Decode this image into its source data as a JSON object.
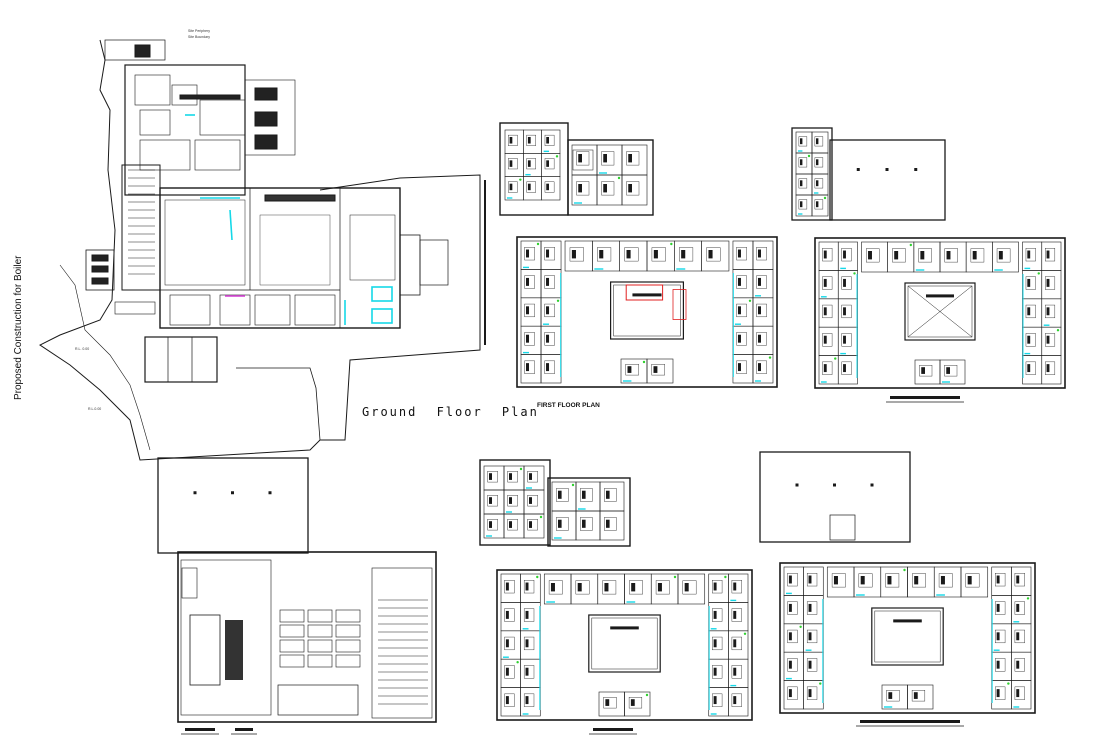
{
  "drawing": {
    "labels": {
      "ground_floor": "Ground Floor Plan",
      "first_floor": "FIRST FLOOR PLAN",
      "boiler": "Proposed Construction for Boiler"
    },
    "small_labels": {
      "top_note_1": "Site Periphery",
      "top_note_2": "Site Boundary",
      "level_1": "R.L. 0.00",
      "level_2": "R.L.0.00"
    },
    "colors": {
      "line": "#1a1a1a",
      "accent_cyan": "#15d8e8",
      "accent_red": "#e02020",
      "accent_magenta": "#d43ad4",
      "accent_green": "#2fd02f"
    },
    "sheets": [
      {
        "name": "ground-floor-plan"
      },
      {
        "name": "first-floor-plan"
      },
      {
        "name": "second-floor-plan"
      },
      {
        "name": "basement-plan"
      },
      {
        "name": "third-floor-plan"
      },
      {
        "name": "fourth-floor-plan"
      }
    ]
  }
}
